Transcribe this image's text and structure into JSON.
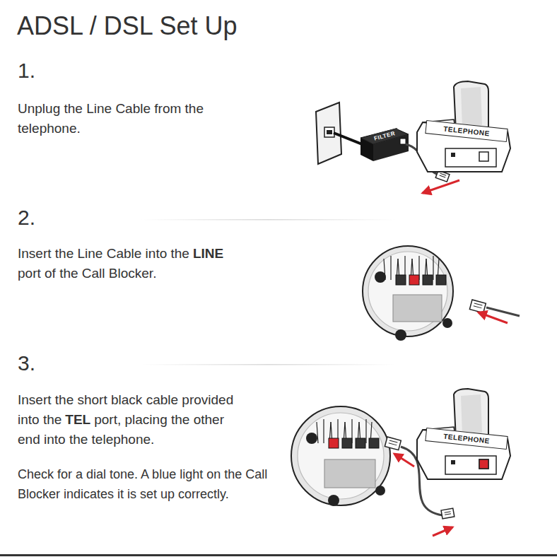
{
  "diagram": {
    "title": "ADSL / DSL Set Up",
    "nodes": [
      {
        "text": [
          "FILTER"
        ]
      },
      {
        "text": [
          "TELEPHONE"
        ]
      },
      {
        "text": [
          "TELEPHONE"
        ]
      }
    ],
    "labels": [
      "1.",
      "Unplug the Line Cable from the telephone.",
      "2.",
      "Insert the Line Cable into the",
      "LINE",
      "port of the Call Blocker.",
      "3.",
      "Insert the short black cable provided",
      "into the",
      "TEL",
      "port, placing the other",
      "end into the telephone.",
      "Check for a dial tone. A blue light on the Call Blocker indicates it is set up correctly."
    ]
  }
}
